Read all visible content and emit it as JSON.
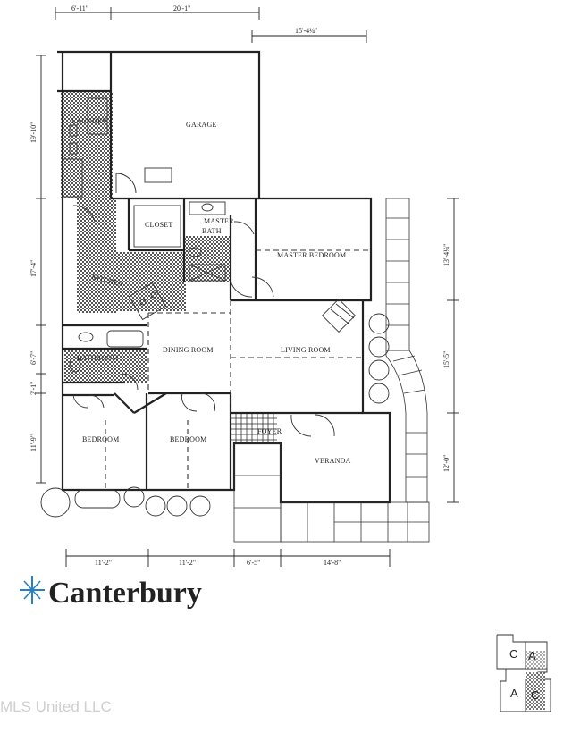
{
  "dimensions": {
    "top_left": "6'-11\"",
    "top_garage": "20'-1\"",
    "top_right": "15'-4¼\"",
    "left_garage": "19'-10\"",
    "left_kitchen": "17'-4\"",
    "left_bath": "6'-7\"",
    "left_small": "2'-1\"",
    "left_bedroom": "11'-9\"",
    "right_master": "13'-4¼\"",
    "right_living": "15'-5\"",
    "right_veranda": "12'-0\"",
    "bottom_bed1": "11'-2\"",
    "bottom_bed2": "11'-2\"",
    "bottom_foyer": "6'-5\"",
    "bottom_veranda": "14'-8\""
  },
  "rooms": {
    "laundry": "LAUNDRY",
    "garage": "GARAGE",
    "closet": "CLOSET",
    "master_bath_1": "MASTER",
    "master_bath_2": "BATH",
    "master_bedroom": "MASTER BEDROOM",
    "kitchen": "KITCHEN",
    "dining": "DINING ROOM",
    "living": "LIVING ROOM",
    "bathroom": "BATHROOM",
    "bedroom_1": "BEDROOM",
    "bedroom_2": "BEDROOM",
    "foyer": "FOYER",
    "veranda": "VERANDA"
  },
  "brand": {
    "name": "Canterbury",
    "logo_icon": "star-burst-icon",
    "accent_color": "#2a7fc1"
  },
  "watermark": "MLS United LLC",
  "key_plan": {
    "labels": [
      "C",
      "A",
      "A",
      "C"
    ]
  }
}
